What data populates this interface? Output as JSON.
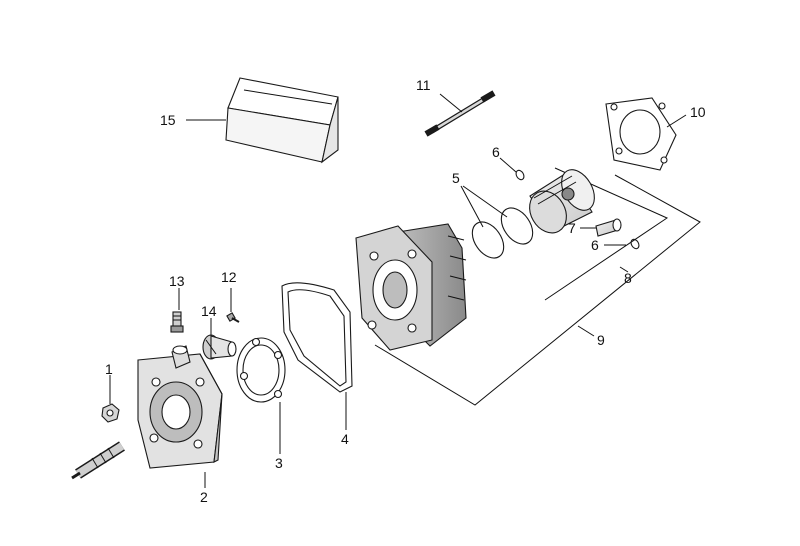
{
  "labels": {
    "p1": "1",
    "p2": "2",
    "p3": "3",
    "p4": "4",
    "p5": "5",
    "p6a": "6",
    "p6b": "6",
    "p7": "7",
    "p8": "8",
    "p9": "9",
    "p10": "10",
    "p11": "11",
    "p12": "12",
    "p13": "13",
    "p14": "14",
    "p15": "15"
  }
}
